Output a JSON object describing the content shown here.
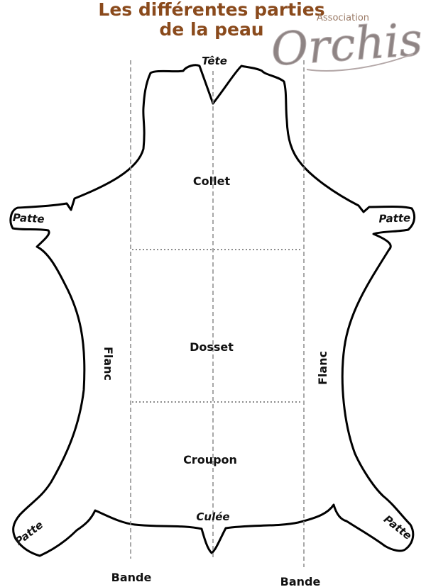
{
  "title": {
    "line1": "Les différentes parties",
    "line2": "de la peau"
  },
  "logo": {
    "small": "Association",
    "big": "Orchis"
  },
  "parts": {
    "head": "Tête",
    "neck": "Collet",
    "back": "Dosset",
    "rump": "Croupon",
    "tail": "Culée",
    "flank_left": "Flanc",
    "flank_right": "Flanc",
    "leg_top_left": "Patte",
    "leg_top_right": "Patte",
    "leg_bottom_left": "Patte",
    "leg_bottom_right": "Patte",
    "band_left": "Bande",
    "band_right": "Bande"
  }
}
